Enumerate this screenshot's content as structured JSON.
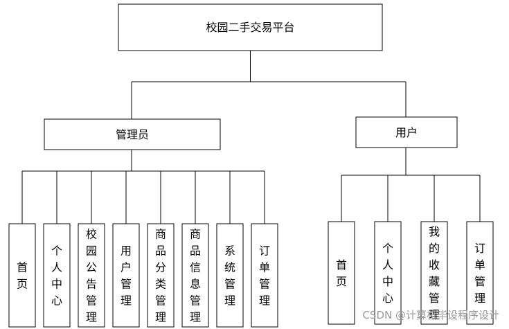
{
  "root": {
    "label": "校园二手交易平台"
  },
  "roles": [
    {
      "label": "管理员",
      "children": [
        "首页",
        "个人中心",
        "校园公告管理",
        "用户管理",
        "商品分类管理",
        "商品信息管理",
        "系统管理",
        "订单管理"
      ]
    },
    {
      "label": "用户",
      "children": [
        "首页",
        "个人中心",
        "我的收藏管理",
        "订单管理"
      ]
    }
  ],
  "watermark": "CSDN @计算机毕设程序设计",
  "colors": {
    "stroke": "#000000",
    "background": "#ffffff",
    "watermark": "#9a9a9a"
  }
}
